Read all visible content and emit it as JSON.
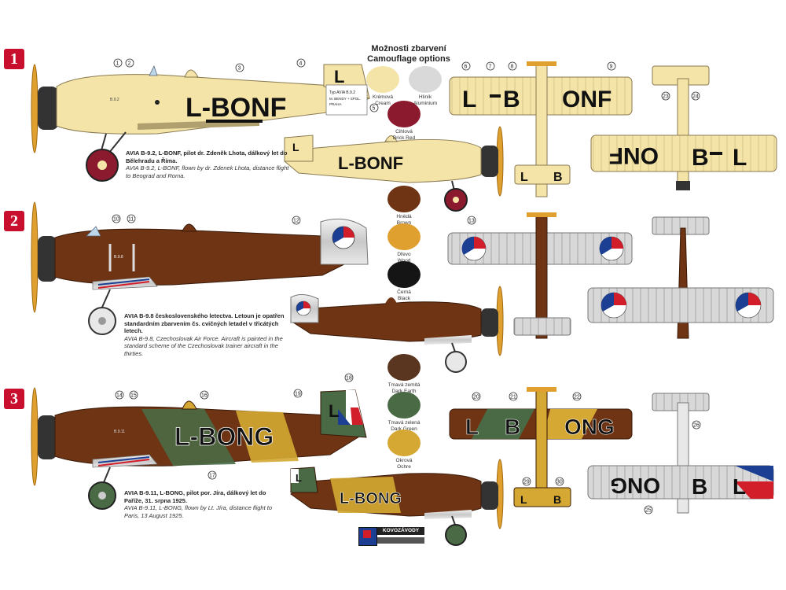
{
  "section_numbers": [
    "1",
    "2",
    "3"
  ],
  "legend": {
    "title_cz": "Možnosti zbarvení",
    "title_en": "Camouflage options",
    "colors": [
      {
        "cz": "Krémová",
        "en": "Cream",
        "hex": "#f4e4a8"
      },
      {
        "cz": "Hliník",
        "en": "Aluminium",
        "hex": "#d9d9d9"
      },
      {
        "cz": "Cihlová",
        "en": "Brick Red",
        "hex": "#8c1a2e"
      },
      {
        "cz": "Hnědá",
        "en": "Brown",
        "hex": "#6e3414"
      },
      {
        "cz": "Dřevo",
        "en": "Wood",
        "hex": "#e0a030"
      },
      {
        "cz": "Černá",
        "en": "Black",
        "hex": "#151515"
      },
      {
        "cz": "Tmavá zemitá",
        "en": "Dark Earth",
        "hex": "#5a3520"
      },
      {
        "cz": "Tmavá zelená",
        "en": "Dark Green",
        "hex": "#4a6a45"
      },
      {
        "cz": "Okrová",
        "en": "Ochre",
        "hex": "#d4a832"
      }
    ]
  },
  "schemes": [
    {
      "registration": "L-BONF",
      "tail_letter": "L",
      "caption_cz": "AVIA B-9.2, L-BONF, pilot dr. Zdeněk Lhota, dálkový let do Bělehradu a Říma.",
      "caption_en": "AVIA B-9.2, L-BONF, flown by dr. Zdenek Lhota, distance flight to Beograd and Roma.",
      "wing_top": [
        "L",
        "B",
        "ONF"
      ],
      "wing_bottom": [
        "ONF",
        "B",
        "L"
      ],
      "small_reg": "B.9.2",
      "tail_plate": [
        "Typ AVIA B.9.2",
        "M. BENDY + SPOL.",
        "PRAHA"
      ]
    },
    {
      "registration": "",
      "caption_cz": "AVIA B-9.8 československého letectva. Letoun je opatřen standardním zbarvením čs. cvičných letadel v třicátých letech.",
      "caption_en": "AVIA B-9.8, Czechoslovak Air Force. Aircraft is painted in the standard scheme of the Czechoslovak trainer aircraft in the thirties.",
      "small_reg": "B.9.8"
    },
    {
      "registration": "L-BONG",
      "tail_letter": "L",
      "caption_cz": "AVIA B-9.11, L-BONG, pilot por. Jíra, dálkový let do Paříže, 31. srpna 1925.",
      "caption_en": "AVIA B-9.11, L-BONG, flown by Lt. Jíra, distance flight to Paris, 13 August 1925.",
      "wing_top": [
        "L",
        "B",
        "ONG"
      ],
      "wing_bottom": [
        "ONG",
        "B",
        "L"
      ],
      "small_reg": "B.9.11"
    }
  ],
  "callouts": {
    "s1": [
      "1",
      "2",
      "3",
      "4",
      "5",
      "6",
      "7",
      "8",
      "9",
      "23",
      "24"
    ],
    "s2": [
      "10",
      "11",
      "12",
      "13"
    ],
    "s3": [
      "14",
      "15",
      "16",
      "17",
      "18",
      "19",
      "20",
      "21",
      "22",
      "25",
      "26",
      "29",
      "30"
    ]
  },
  "logo_text": "KOVOZÁVODY"
}
